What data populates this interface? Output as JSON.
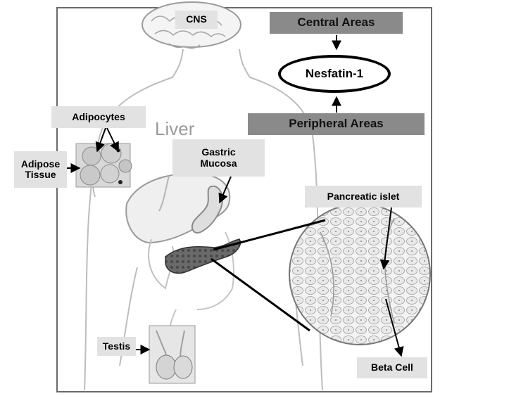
{
  "labels": {
    "cns": "CNS",
    "central_areas": "Central Areas",
    "nesfatin": "Nesfatin-1",
    "peripheral_areas": "Peripheral Areas",
    "adipocytes": "Adipocytes",
    "adipose_tissue_line1": "Adipose",
    "adipose_tissue_line2": "Tissue",
    "liver": "Liver",
    "gastric_line1": "Gastric",
    "gastric_line2": "Mucosa",
    "pancreatic_islet": "Pancreatic islet",
    "testis": "Testis",
    "beta_cell": "Beta Cell"
  },
  "colors": {
    "light_box": "#e2e2e2",
    "dark_box": "#8a8a8a",
    "outline": "#000000",
    "body_sketch": "#bdbdbd"
  }
}
